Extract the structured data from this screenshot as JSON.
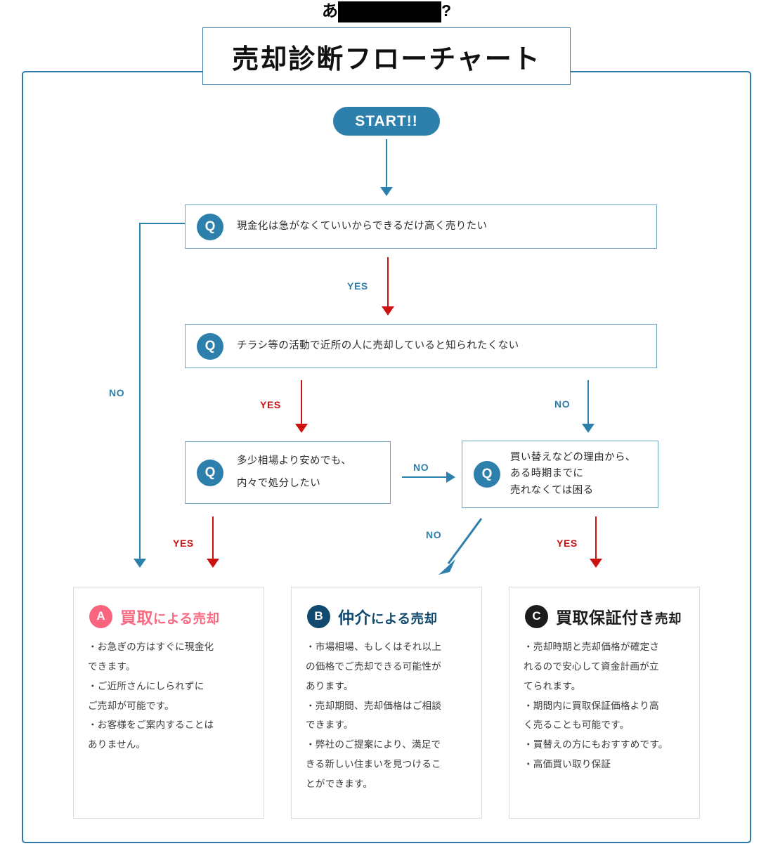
{
  "headline": {
    "visible_prefix": "あ",
    "redacted": true,
    "visible_suffix": "?",
    "note": "headline text is blacked out / redacted"
  },
  "title": {
    "text": "売却診断フローチャート"
  },
  "start": {
    "label": "START!!"
  },
  "questions": [
    {
      "id": "q1",
      "badge": "Q",
      "lines": [
        "現金化は急がなくていいからできるだけ高く売りたい"
      ]
    },
    {
      "id": "q2",
      "badge": "Q",
      "lines": [
        "チラシ等の活動で近所の人に売却していると知られたくない"
      ]
    },
    {
      "id": "q3",
      "badge": "Q",
      "lines": [
        "多少相場より安めでも、",
        "内々で処分したい"
      ]
    },
    {
      "id": "q4",
      "badge": "Q",
      "lines": [
        "買い替えなどの理由から、",
        "ある時期までに",
        "売れなくては困る"
      ]
    }
  ],
  "edge_labels": {
    "q1_yes": "YES",
    "q1_no": "NO",
    "q2_yes": "YES",
    "q2_no": "NO",
    "q3_yes": "YES",
    "q3_no": "NO",
    "q4_no": "NO",
    "q4_yes": "YES"
  },
  "cards": [
    {
      "badge": "A",
      "title_strong": "買取",
      "title_rest": "による売却",
      "accent": "#fa6a82",
      "body": [
        "・お急ぎの方はすぐに現金化",
        "できます。",
        "・ご近所さんにしられずに",
        "ご売却が可能です。",
        "・お客様をご案内することは",
        "ありません。"
      ]
    },
    {
      "badge": "B",
      "title_strong": "仲介",
      "title_rest": "による売却",
      "accent": "#12496e",
      "body": [
        "・市場相場、もしくはそれ以上",
        "の価格でご売却できる可能性が",
        "あります。",
        "・売却期間、売却価格はご相談",
        "できます。",
        "・弊社のご提案により、満足で",
        "きる新しい住まいを見つけるこ",
        "とができます。"
      ]
    },
    {
      "badge": "C",
      "title_strong": "買取保証付き",
      "title_rest": "売却",
      "accent": "#1c1c1c",
      "body": [
        "・売却時期と売却価格が確定さ",
        "れるので安心して資金計画が立",
        "てられます。",
        "・期間内に買取保証価格より高",
        "く売ることも可能です。",
        "・買替えの方にもおすすめです。",
        "・高価買い取り保証"
      ]
    }
  ],
  "colors": {
    "frame": "#2b7aaa",
    "blue": "#2d7fac",
    "red": "#cc1111",
    "pink": "#fa6a82",
    "navy": "#12496e",
    "black": "#1c1c1c"
  }
}
